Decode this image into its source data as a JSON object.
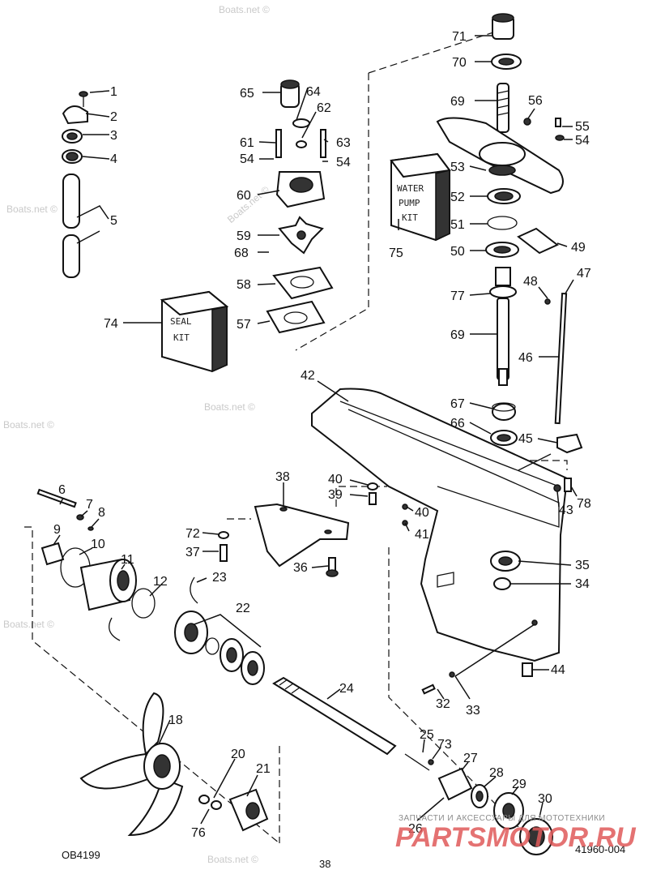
{
  "callouts": {
    "c1": "1",
    "c2": "2",
    "c3": "3",
    "c4": "4",
    "c5": "5",
    "c6": "6",
    "c7": "7",
    "c8": "8",
    "c9": "9",
    "c10": "10",
    "c11": "11",
    "c12": "12",
    "c18": "18",
    "c20": "20",
    "c21": "21",
    "c22": "22",
    "c23": "23",
    "c24": "24",
    "c25": "25",
    "c26": "26",
    "c27": "27",
    "c28": "28",
    "c29": "29",
    "c30": "30",
    "c32": "32",
    "c33": "33",
    "c34": "34",
    "c35": "35",
    "c36": "36",
    "c37": "37",
    "c38": "38",
    "c39": "39",
    "c40a": "40",
    "c40b": "40",
    "c41": "41",
    "c42": "42",
    "c43": "43",
    "c44": "44",
    "c45": "45",
    "c46": "46",
    "c47": "47",
    "c48": "48",
    "c49": "49",
    "c50": "50",
    "c51": "51",
    "c52": "52",
    "c53": "53",
    "c54a": "54",
    "c54b": "54",
    "c54c": "54",
    "c55": "55",
    "c56": "56",
    "c57": "57",
    "c58": "58",
    "c59": "59",
    "c60": "60",
    "c61": "61",
    "c62": "62",
    "c63": "63",
    "c64": "64",
    "c65": "65",
    "c66": "66",
    "c67": "67",
    "c68": "68",
    "c69a": "69",
    "c69b": "69",
    "c70": "70",
    "c71": "71",
    "c72": "72",
    "c73": "73",
    "c74": "74",
    "c75": "75",
    "c76": "76",
    "c77": "77",
    "c78": "78"
  },
  "kits": {
    "water_pump": [
      "WATER",
      "PUMP",
      "KIT"
    ],
    "seal": [
      "SEAL",
      "KIT"
    ]
  },
  "footer": {
    "left_code": "OB4199",
    "page_number": "38",
    "right_code": "41960-004"
  },
  "watermarks": [
    "Boats.net ©",
    "Boats.net ©",
    "Boats.net ©",
    "Boats.net ©",
    "Boats.net ©",
    "Boats.net ©",
    "Boats.net ©"
  ],
  "branding": {
    "tagline": "ЗАПЧАСТИ И АКСЕССУАРЫ ДЛЯ МОТОТЕХНИКИ",
    "logo": "PARTSMOTOR.RU"
  }
}
